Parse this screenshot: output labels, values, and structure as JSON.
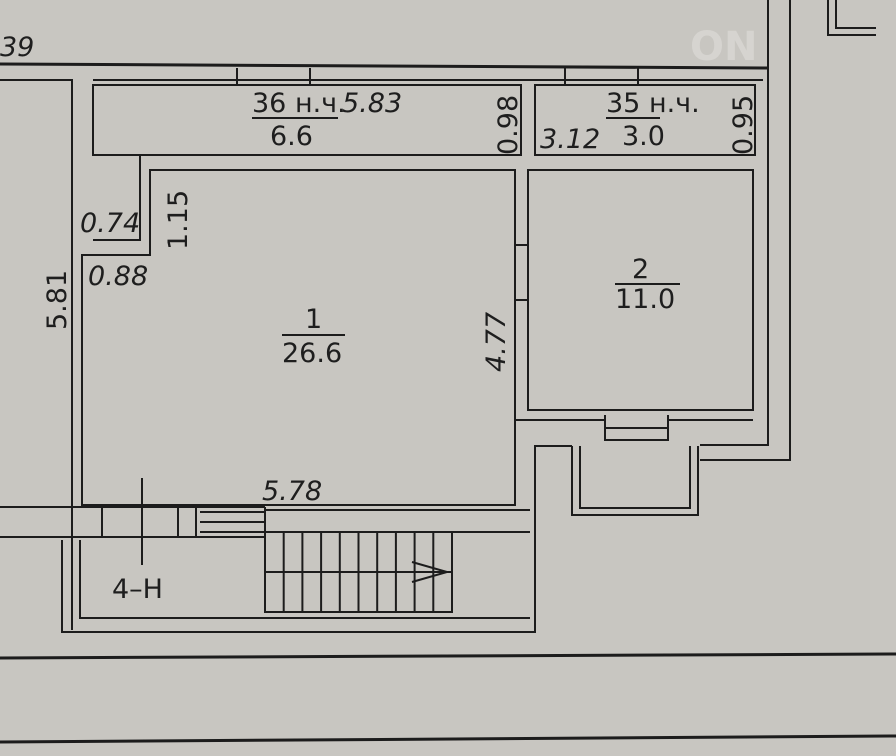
{
  "plan": {
    "watermark": "ON",
    "top_left_dimension": "39",
    "room_36": {
      "label": "36 н.ч.",
      "length": "5.83",
      "area": "6.6",
      "width": "0.98"
    },
    "room_35": {
      "label": "35 н.ч.",
      "length": "3.12",
      "area": "3.0",
      "width": "0.95"
    },
    "corridor": {
      "dim_a": "0.74",
      "dim_b": "1.15",
      "dim_c": "0.88"
    },
    "left_dimension": "5.81",
    "room_1": {
      "number": "1",
      "area": "26.6",
      "height_dim": "4.77",
      "width_dim": "5.78"
    },
    "room_2": {
      "number": "2",
      "area": "11.0"
    },
    "stair_label": "4–Н"
  }
}
